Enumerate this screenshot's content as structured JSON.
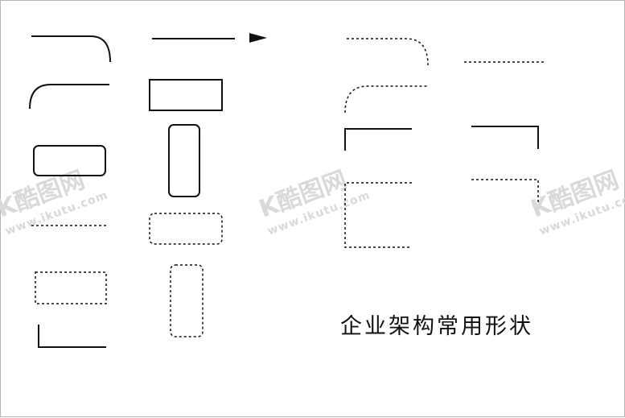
{
  "caption": "企业架构常用形状",
  "watermark": {
    "brand": "K酷图网",
    "url": "www.ikutu.com"
  },
  "colors": {
    "stroke": "#111111",
    "watermark": "#d9d9d9"
  }
}
